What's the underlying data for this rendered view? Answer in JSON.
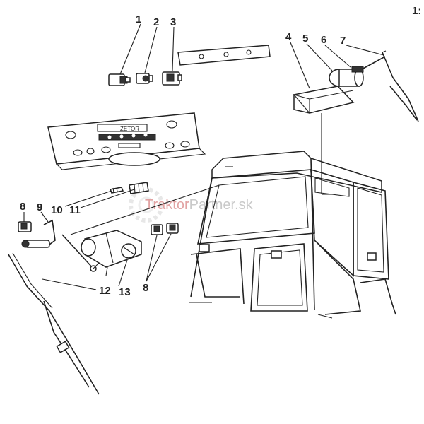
{
  "corner_mark": "1:",
  "callouts": [
    "1",
    "2",
    "3",
    "4",
    "5",
    "6",
    "7",
    "8",
    "9",
    "10",
    "11",
    "12",
    "13",
    "8"
  ],
  "panel_text": "ZETOR",
  "watermark": {
    "red": "Traktor",
    "gray": "Partner.sk"
  }
}
